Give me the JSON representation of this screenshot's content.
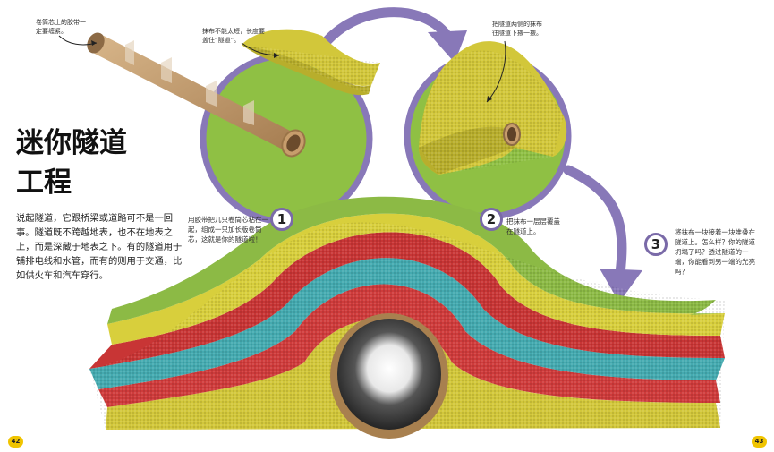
{
  "title": {
    "line1": "迷你隧道",
    "line2": "工程"
  },
  "intro": "说起隧道，它跟桥梁或道路可不是一回事。隧道既不跨越地表，也不在地表之上，而是深藏于地表之下。有的隧道用于铺排电线和水管，而有的则用于交通，比如供火车和汽车穿行。",
  "notes": {
    "tube_note": "卷筒芯上的胶带一定要缠紧。",
    "cloth_note": "抹布不能太短，长度要盖住“隧道”。",
    "sides_note": "把隧道两侧的抹布往隧道下掖一掖。"
  },
  "steps": [
    {
      "number": "1",
      "text": "用胶带把几只卷筒芯粘在一起，组成一只加长版卷筒芯，这就是你的隧道啦！"
    },
    {
      "number": "2",
      "text": "把抹布一层层覆盖在隧道上。"
    },
    {
      "number": "3",
      "text": "将抹布一块接着一块堆叠在隧道上。怎么样？你的隧道坍塌了吗？透过隧道的一端，你能看到另一端的光亮吗？"
    }
  ],
  "page_numbers": {
    "left": "42",
    "right": "43"
  },
  "colors": {
    "circle_green": "#8fc044",
    "arrow_purple": "#8878b8",
    "cloth_yellow": "#d2c73a",
    "cloth_red": "#cf3b3b",
    "cloth_teal": "#44aab0",
    "cloth_green": "#8cba45",
    "tube_brown": "#b78f63",
    "page_badge": "#f0c400"
  }
}
